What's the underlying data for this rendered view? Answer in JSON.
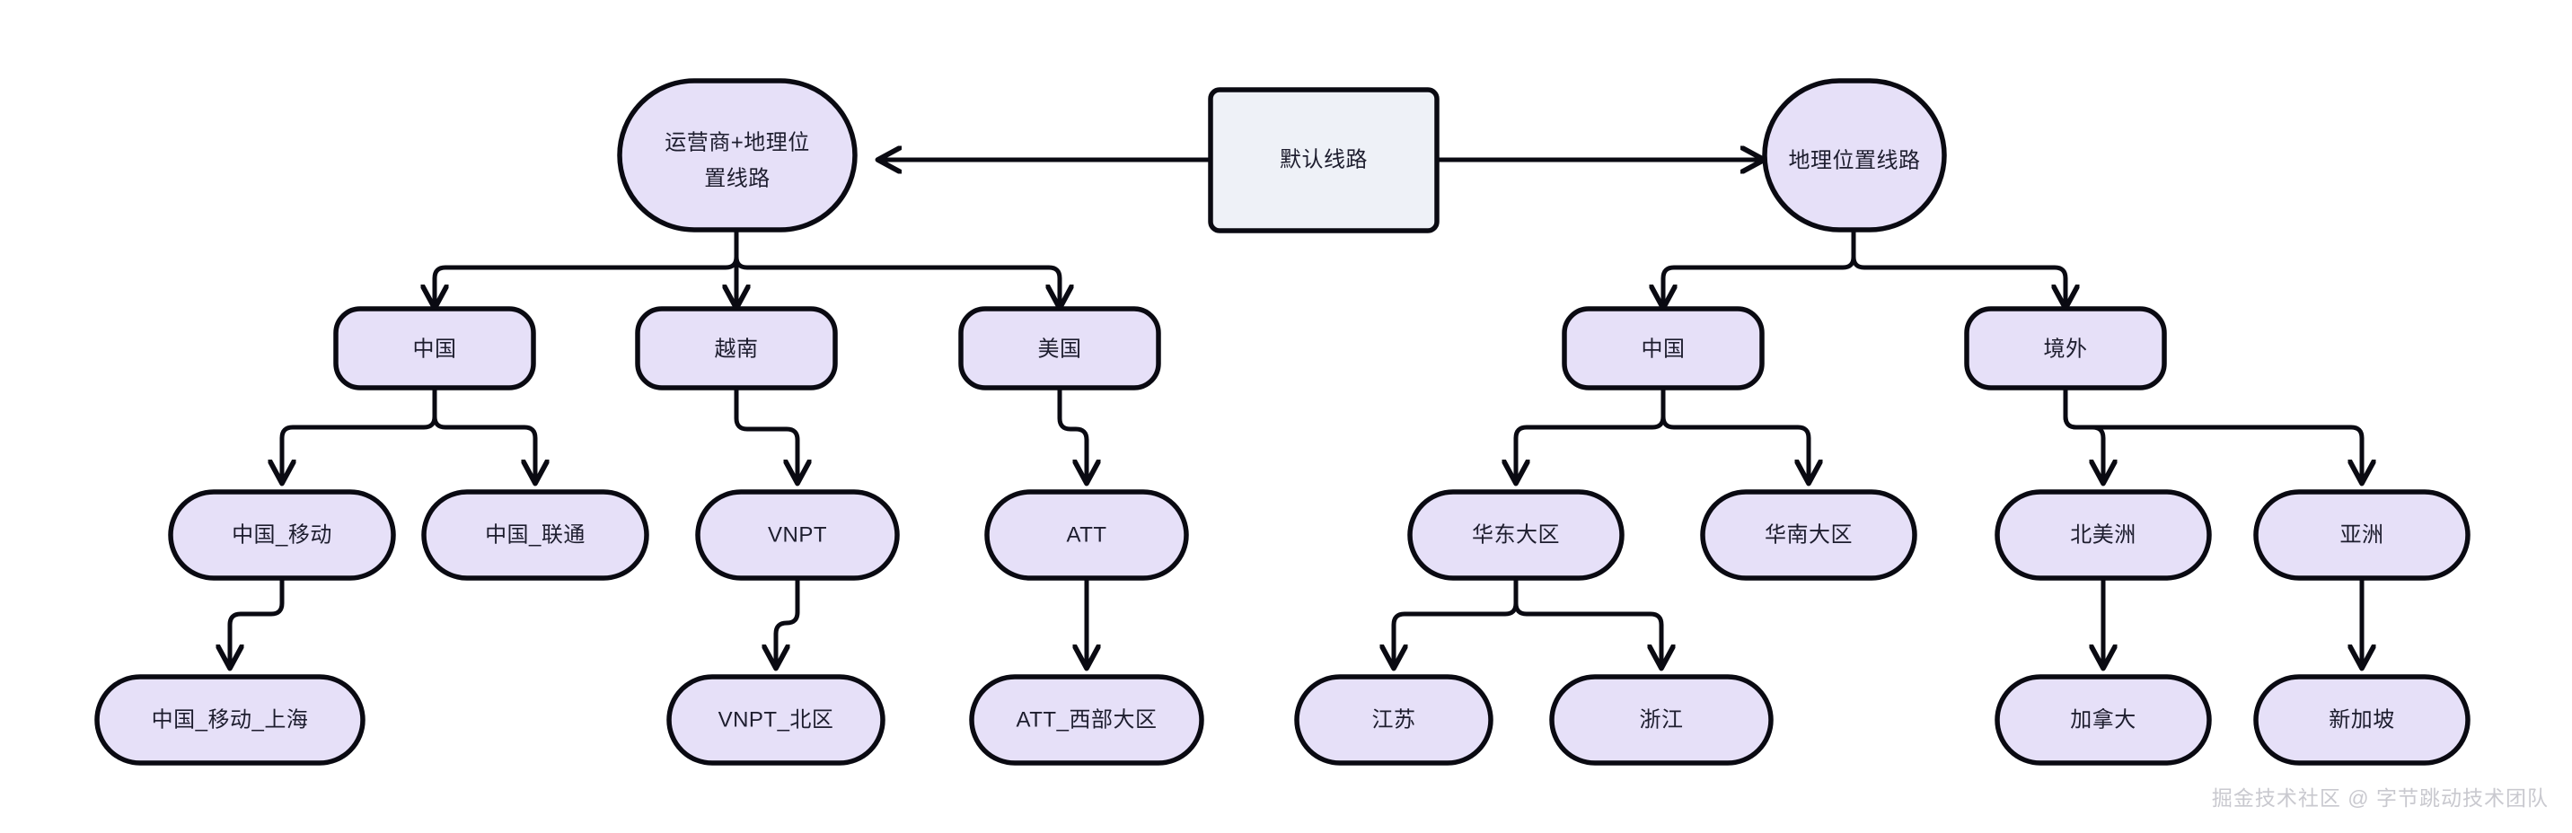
{
  "diagram": {
    "type": "flowchart",
    "title": "",
    "background_color": "#ffffff",
    "colors": {
      "node_fill": "#e6e0f8",
      "node_fill_root": "#eef1f7",
      "node_stroke": "#0a0a12",
      "edge_stroke": "#0a0a12",
      "label_text": "#1d1d2e",
      "watermark_text": "#c9c9cf"
    },
    "root": {
      "id": "default-route",
      "label": "默认线路",
      "shape": "rectangle"
    },
    "branches": [
      {
        "id": "isp-geo-route",
        "label": "运营商+地理位置线路",
        "label_lines": [
          "运营商+地理位",
          "置线路"
        ],
        "shape": "stadium",
        "direction": "left"
      },
      {
        "id": "geo-route",
        "label": "地理位置线路",
        "label_lines": [
          "地理位置线路"
        ],
        "shape": "stadium",
        "direction": "right"
      }
    ],
    "nodes": [
      {
        "id": "cn-left",
        "label": "中国",
        "shape": "stadium"
      },
      {
        "id": "vn",
        "label": "越南",
        "shape": "stadium"
      },
      {
        "id": "us",
        "label": "美国",
        "shape": "stadium"
      },
      {
        "id": "cn-mobile",
        "label": "中国_移动",
        "shape": "stadium"
      },
      {
        "id": "cn-unicom",
        "label": "中国_联通",
        "shape": "stadium"
      },
      {
        "id": "vnpt",
        "label": "VNPT",
        "shape": "stadium"
      },
      {
        "id": "att",
        "label": "ATT",
        "shape": "stadium"
      },
      {
        "id": "cn-mobile-sh",
        "label": "中国_移动_上海",
        "shape": "stadium"
      },
      {
        "id": "vnpt-north",
        "label": "VNPT_北区",
        "shape": "stadium"
      },
      {
        "id": "att-west",
        "label": "ATT_西部大区",
        "shape": "stadium"
      },
      {
        "id": "cn-right",
        "label": "中国",
        "shape": "stadium"
      },
      {
        "id": "overseas",
        "label": "境外",
        "shape": "stadium"
      },
      {
        "id": "east-china",
        "label": "华东大区",
        "shape": "stadium"
      },
      {
        "id": "south-china",
        "label": "华南大区",
        "shape": "stadium"
      },
      {
        "id": "north-america",
        "label": "北美洲",
        "shape": "stadium"
      },
      {
        "id": "asia",
        "label": "亚洲",
        "shape": "stadium"
      },
      {
        "id": "jiangsu",
        "label": "江苏",
        "shape": "stadium"
      },
      {
        "id": "zhejiang",
        "label": "浙江",
        "shape": "stadium"
      },
      {
        "id": "canada",
        "label": "加拿大",
        "shape": "stadium"
      },
      {
        "id": "singapore",
        "label": "新加坡",
        "shape": "stadium"
      }
    ],
    "edges": [
      {
        "from": "default-route",
        "to": "isp-geo-route"
      },
      {
        "from": "default-route",
        "to": "geo-route"
      },
      {
        "from": "isp-geo-route",
        "to": "cn-left"
      },
      {
        "from": "isp-geo-route",
        "to": "vn"
      },
      {
        "from": "isp-geo-route",
        "to": "us"
      },
      {
        "from": "cn-left",
        "to": "cn-mobile"
      },
      {
        "from": "cn-left",
        "to": "cn-unicom"
      },
      {
        "from": "vn",
        "to": "vnpt"
      },
      {
        "from": "us",
        "to": "att"
      },
      {
        "from": "cn-mobile",
        "to": "cn-mobile-sh"
      },
      {
        "from": "vnpt",
        "to": "vnpt-north"
      },
      {
        "from": "att",
        "to": "att-west"
      },
      {
        "from": "geo-route",
        "to": "cn-right"
      },
      {
        "from": "geo-route",
        "to": "overseas"
      },
      {
        "from": "cn-right",
        "to": "east-china"
      },
      {
        "from": "cn-right",
        "to": "south-china"
      },
      {
        "from": "overseas",
        "to": "north-america"
      },
      {
        "from": "overseas",
        "to": "asia"
      },
      {
        "from": "east-china",
        "to": "jiangsu"
      },
      {
        "from": "east-china",
        "to": "zhejiang"
      },
      {
        "from": "north-america",
        "to": "canada"
      },
      {
        "from": "asia",
        "to": "singapore"
      }
    ]
  },
  "watermark": {
    "text": "掘金技术社区 @ 字节跳动技术团队"
  }
}
